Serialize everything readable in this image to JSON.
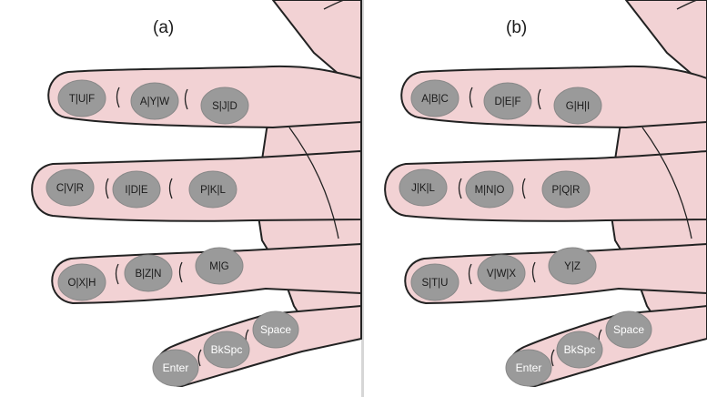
{
  "figure": {
    "colors": {
      "skin": "#f2d2d4",
      "outline": "#222222",
      "key_fill": "#9a9a9a",
      "key_stroke": "#888888",
      "panel_divider": "#d6d6d6"
    },
    "panels": [
      {
        "label": "(a)",
        "keys": {
          "index_1": "T|U|F",
          "index_2": "A|Y|W",
          "index_3": "S|J|D",
          "middle_1": "C|V|R",
          "middle_2": "I|D|E",
          "middle_3": "P|K|L",
          "ring_1": "O|X|H",
          "ring_2": "B|Z|N",
          "ring_3": "M|G",
          "pinky_1": "Enter",
          "pinky_2": "BkSpc",
          "pinky_3": "Space"
        }
      },
      {
        "label": "(b)",
        "keys": {
          "index_1": "A|B|C",
          "index_2": "D|E|F",
          "index_3": "G|H|I",
          "middle_1": "J|K|L",
          "middle_2": "M|N|O",
          "middle_3": "P|Q|R",
          "ring_1": "S|T|U",
          "ring_2": "V|W|X",
          "ring_3": "Y|Z",
          "pinky_1": "Enter",
          "pinky_2": "BkSpc",
          "pinky_3": "Space"
        }
      }
    ]
  }
}
